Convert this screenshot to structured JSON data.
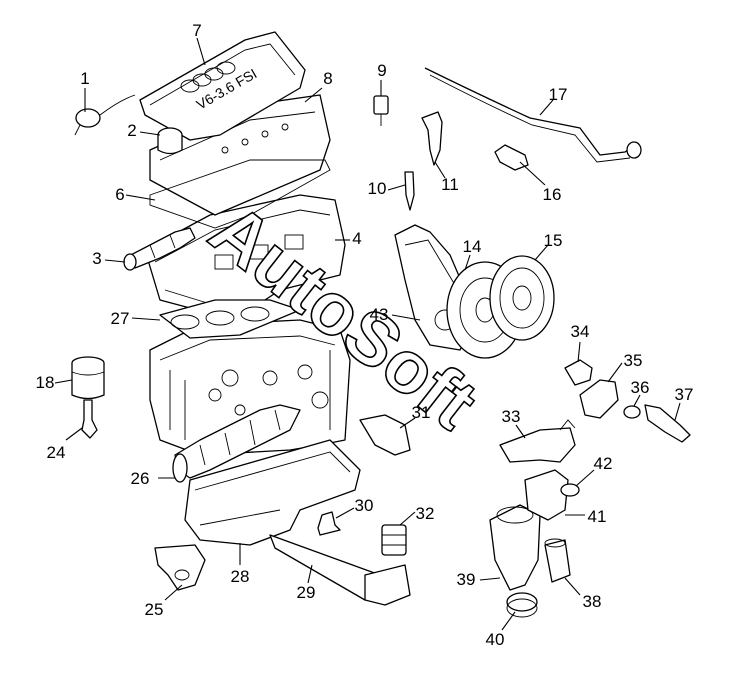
{
  "diagram": {
    "watermark": "AutoSoft",
    "cover_marking": "V6-3.6 FSI",
    "callouts": [
      {
        "id": "label-1",
        "text": "1"
      },
      {
        "id": "label-2",
        "text": "2"
      },
      {
        "id": "label-3",
        "text": "3"
      },
      {
        "id": "label-4",
        "text": "4"
      },
      {
        "id": "label-6",
        "text": "6"
      },
      {
        "id": "label-7",
        "text": "7"
      },
      {
        "id": "label-8",
        "text": "8"
      },
      {
        "id": "label-9",
        "text": "9"
      },
      {
        "id": "label-10",
        "text": "10"
      },
      {
        "id": "label-11",
        "text": "11"
      },
      {
        "id": "label-14",
        "text": "14"
      },
      {
        "id": "label-15",
        "text": "15"
      },
      {
        "id": "label-16",
        "text": "16"
      },
      {
        "id": "label-17",
        "text": "17"
      },
      {
        "id": "label-18",
        "text": "18"
      },
      {
        "id": "label-24",
        "text": "24"
      },
      {
        "id": "label-25",
        "text": "25"
      },
      {
        "id": "label-26",
        "text": "26"
      },
      {
        "id": "label-27",
        "text": "27"
      },
      {
        "id": "label-28",
        "text": "28"
      },
      {
        "id": "label-29",
        "text": "29"
      },
      {
        "id": "label-30",
        "text": "30"
      },
      {
        "id": "label-31",
        "text": "31"
      },
      {
        "id": "label-32",
        "text": "32"
      },
      {
        "id": "label-33",
        "text": "33"
      },
      {
        "id": "label-34",
        "text": "34"
      },
      {
        "id": "label-35",
        "text": "35"
      },
      {
        "id": "label-36",
        "text": "36"
      },
      {
        "id": "label-37",
        "text": "37"
      },
      {
        "id": "label-38",
        "text": "38"
      },
      {
        "id": "label-39",
        "text": "39"
      },
      {
        "id": "label-40",
        "text": "40"
      },
      {
        "id": "label-41",
        "text": "41"
      },
      {
        "id": "label-42",
        "text": "42"
      },
      {
        "id": "label-43",
        "text": "43"
      }
    ]
  }
}
